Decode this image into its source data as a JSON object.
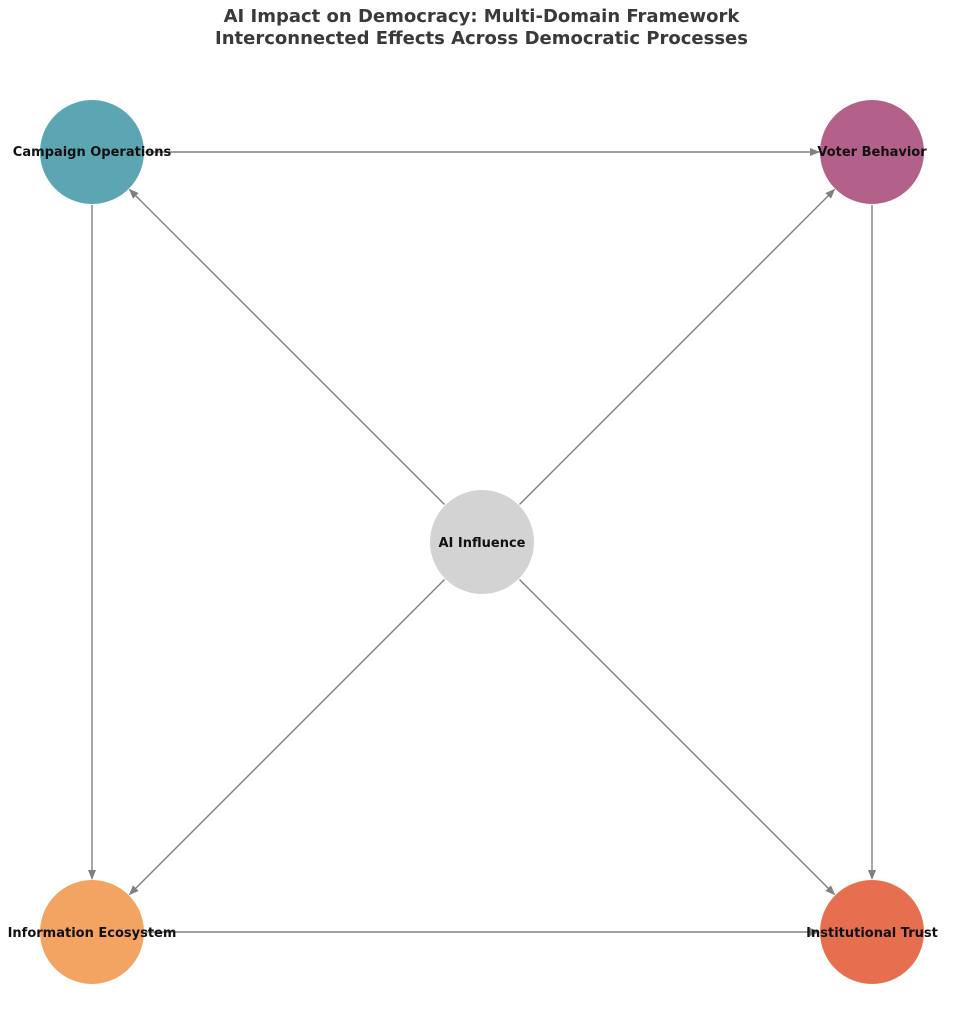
{
  "title": {
    "line1": "AI Impact on Democracy: Multi-Domain Framework",
    "line2": "Interconnected Effects Across Democratic Processes"
  },
  "diagram": {
    "nodes": {
      "campaign": {
        "label": "Campaign Operations",
        "color": "#5ba6b2"
      },
      "voter": {
        "label": "Voter Behavior",
        "color": "#b3608b"
      },
      "ai": {
        "label": "AI Influence",
        "color": "#d3d3d3"
      },
      "info": {
        "label": "Information Ecosystem",
        "color": "#f3a462"
      },
      "trust": {
        "label": "Institutional Trust",
        "color": "#e66f50"
      }
    },
    "edges": [
      {
        "from": "campaign",
        "to": "voter"
      },
      {
        "from": "campaign",
        "to": "info"
      },
      {
        "from": "voter",
        "to": "trust"
      },
      {
        "from": "info",
        "to": "trust"
      },
      {
        "from": "ai",
        "to": "campaign"
      },
      {
        "from": "ai",
        "to": "voter"
      },
      {
        "from": "ai",
        "to": "info"
      },
      {
        "from": "ai",
        "to": "trust"
      }
    ],
    "edge_color": "#808080"
  }
}
